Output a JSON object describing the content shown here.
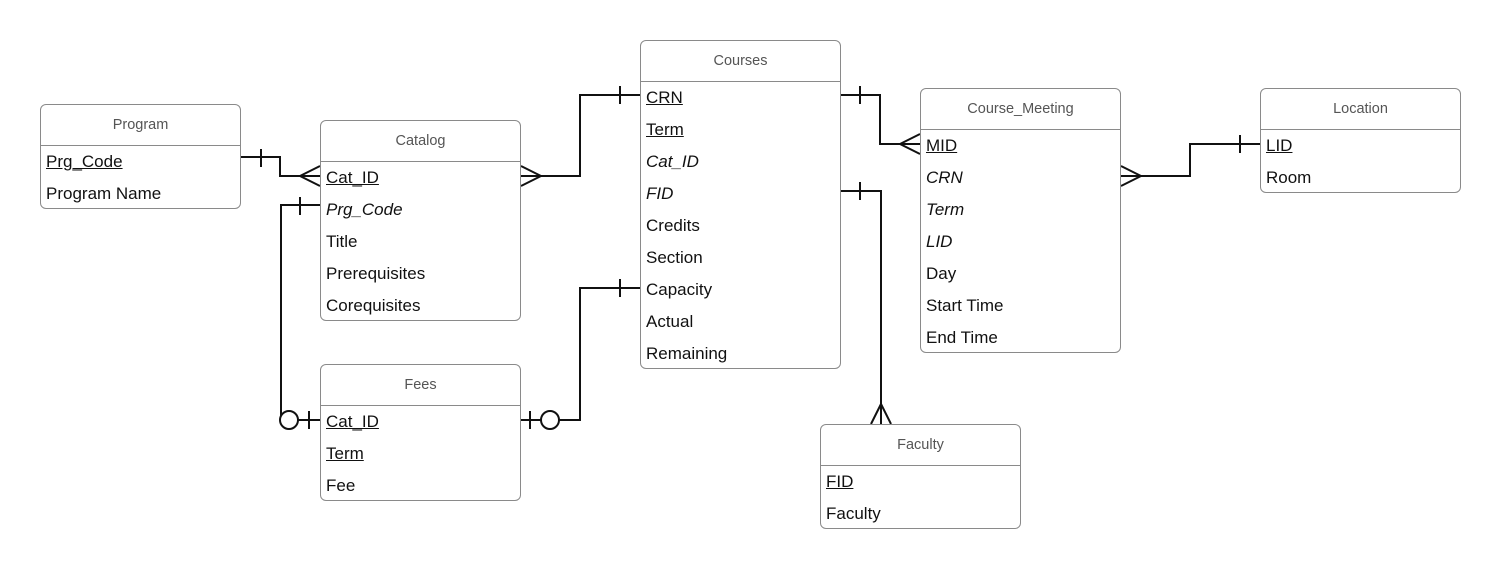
{
  "entities": {
    "program": {
      "title": "Program",
      "fields": [
        {
          "name": "Prg_Code",
          "key": "pk"
        },
        {
          "name": "Program Name",
          "key": ""
        }
      ]
    },
    "catalog": {
      "title": "Catalog",
      "fields": [
        {
          "name": "Cat_ID",
          "key": "pk"
        },
        {
          "name": "Prg_Code",
          "key": "fk"
        },
        {
          "name": "Title",
          "key": ""
        },
        {
          "name": "Prerequisites",
          "key": ""
        },
        {
          "name": "Corequisites",
          "key": ""
        }
      ]
    },
    "fees": {
      "title": "Fees",
      "fields": [
        {
          "name": "Cat_ID",
          "key": "pk"
        },
        {
          "name": "Term ",
          "key": "pk"
        },
        {
          "name": "Fee",
          "key": ""
        }
      ]
    },
    "courses": {
      "title": "Courses",
      "fields": [
        {
          "name": "CRN",
          "key": "pk"
        },
        {
          "name": "Term ",
          "key": "pk"
        },
        {
          "name": "Cat_ID",
          "key": "fk"
        },
        {
          "name": "FID",
          "key": "fk"
        },
        {
          "name": "Credits",
          "key": ""
        },
        {
          "name": "Section",
          "key": ""
        },
        {
          "name": "Capacity",
          "key": ""
        },
        {
          "name": "Actual",
          "key": ""
        },
        {
          "name": "Remaining",
          "key": ""
        }
      ]
    },
    "course_meeting": {
      "title": "Course_Meeting",
      "fields": [
        {
          "name": "MID",
          "key": "pk"
        },
        {
          "name": "CRN",
          "key": "fk"
        },
        {
          "name": "Term",
          "key": "fk"
        },
        {
          "name": "LID",
          "key": "fk"
        },
        {
          "name": "Day",
          "key": ""
        },
        {
          "name": "Start Time",
          "key": ""
        },
        {
          "name": "End Time",
          "key": ""
        }
      ]
    },
    "location": {
      "title": "Location",
      "fields": [
        {
          "name": "LID",
          "key": "pk"
        },
        {
          "name": "Room",
          "key": ""
        }
      ]
    },
    "faculty": {
      "title": "Faculty",
      "fields": [
        {
          "name": "FID",
          "key": "pk"
        },
        {
          "name": "Faculty",
          "key": ""
        }
      ]
    }
  },
  "relationships": [
    {
      "from": "program.Prg_Code",
      "to": "catalog.Cat_ID",
      "from_end": "one",
      "to_end": "many"
    },
    {
      "from": "catalog.Prg_Code",
      "to": "fees.Cat_ID",
      "from_end": "one",
      "to_end": "zero-or-one"
    },
    {
      "from": "catalog.Cat_ID",
      "to": "courses.CRN",
      "from_end": "many",
      "to_end": "one"
    },
    {
      "from": "fees.Cat_ID",
      "to": "courses.Capacity",
      "from_end": "zero-or-one",
      "to_end": "one"
    },
    {
      "from": "courses.CRN",
      "to": "course_meeting.MID",
      "from_end": "one",
      "to_end": "many"
    },
    {
      "from": "courses.FID",
      "to": "faculty",
      "from_end": "one",
      "to_end": "many"
    },
    {
      "from": "course_meeting.CRN",
      "to": "location.LID",
      "from_end": "many",
      "to_end": "one"
    }
  ],
  "colors": {
    "border": "#8a8a8a",
    "line": "#111111",
    "header_text": "#555555"
  }
}
